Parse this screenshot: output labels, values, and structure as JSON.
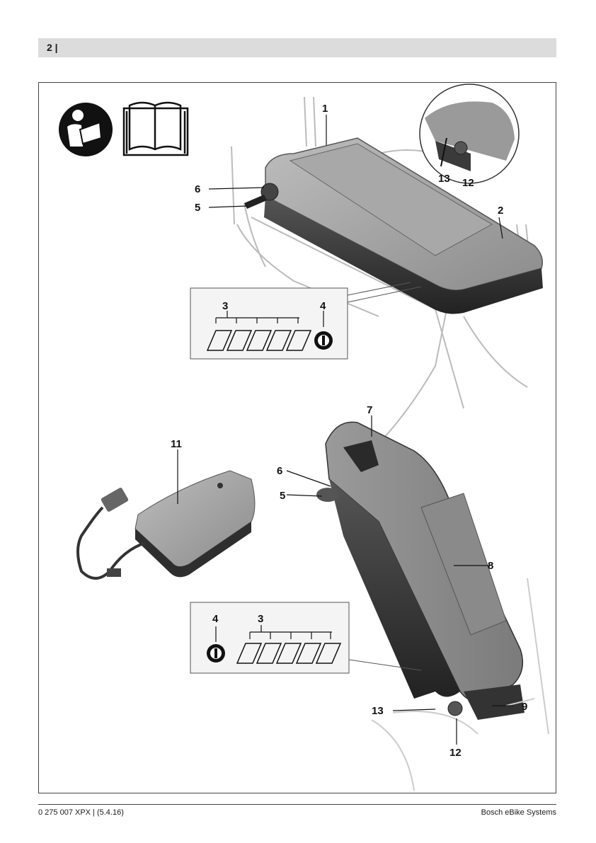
{
  "header": {
    "page_number": "2 |"
  },
  "footer": {
    "left": "0 275 007 XPX | (5.4.16)",
    "right": "Bosch eBike Systems"
  },
  "figure": {
    "labels": {
      "l1": "1",
      "l2": "2",
      "l3a": "3",
      "l4a": "4",
      "l5a": "5",
      "l6a": "6",
      "l7": "7",
      "l5b": "5",
      "l6b": "6",
      "l8": "8",
      "l9": "9",
      "l11": "11",
      "l4b": "4",
      "l3b": "3",
      "l13a": "13",
      "l12a": "12",
      "l13b": "13",
      "l12b": "12"
    }
  }
}
